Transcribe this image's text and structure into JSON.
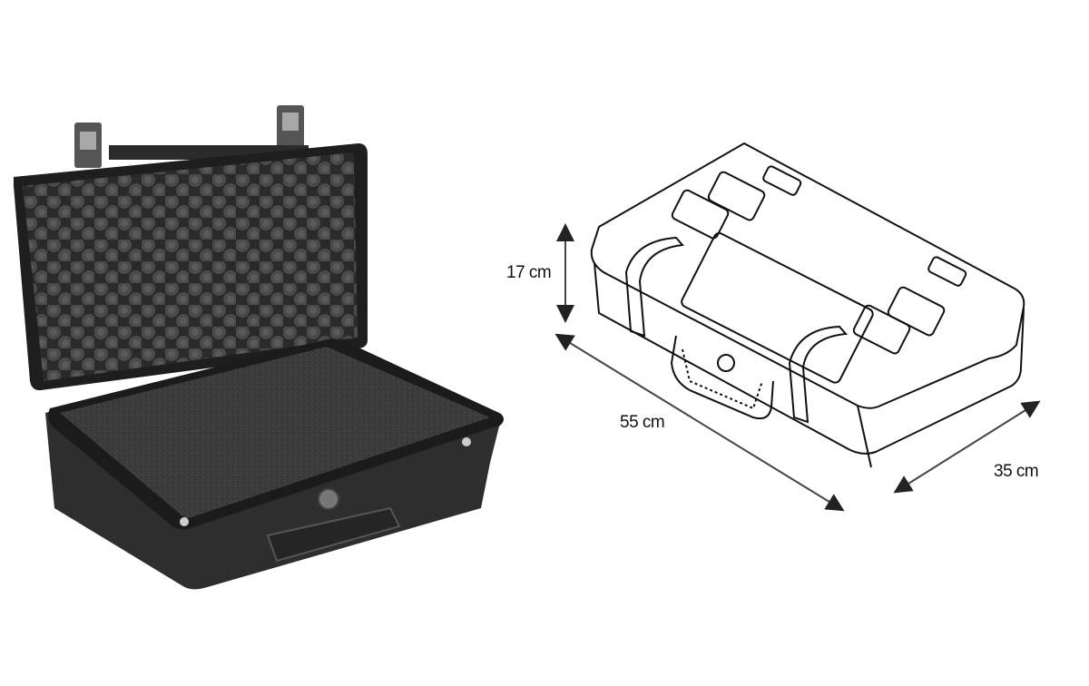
{
  "product": {
    "photo_alt": "Black hard carry case, open, with egg-crate foam in lid and pick-and-pluck foam in base",
    "drawing_alt": "Line drawing of closed case with dimension arrows"
  },
  "dimensions": {
    "height": {
      "label": "17 cm",
      "value": 17,
      "unit": "cm"
    },
    "length": {
      "label": "55 cm",
      "value": 55,
      "unit": "cm"
    },
    "width": {
      "label": "35 cm",
      "value": 35,
      "unit": "cm"
    }
  },
  "colors": {
    "case_body": "#2e2e2e",
    "foam": "#3a3a3a",
    "latch": "#9a9a9a",
    "line": "#111111",
    "arrow": "#444444"
  }
}
